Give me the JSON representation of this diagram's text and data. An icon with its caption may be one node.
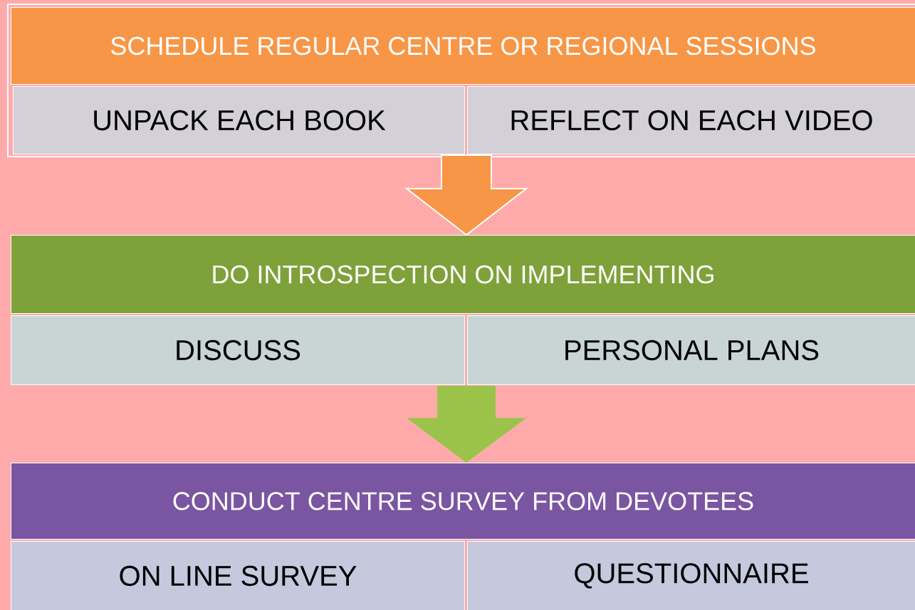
{
  "diagram": {
    "nodes": [
      {
        "text": [
          "SCHEDULE REGULAR CENTRE OR REGIONAL SESSIONS"
        ]
      },
      {
        "text": [
          "UNPACK EACH BOOK"
        ]
      },
      {
        "text": [
          "REFLECT ON EACH VIDEO"
        ]
      },
      {
        "text": [
          "DO INTROSPECTION ON IMPLEMENTING"
        ]
      },
      {
        "text": [
          "DISCUSS"
        ]
      },
      {
        "text": [
          "PERSONAL PLANS"
        ]
      },
      {
        "text": [
          "CONDUCT CENTRE SURVEY FROM DEVOTEES"
        ]
      },
      {
        "text": [
          "ON LINE SURVEY"
        ]
      },
      {
        "text": [
          "QUESTIONNAIRE"
        ]
      }
    ],
    "edges": [
      {
        "from": 1,
        "to": 3,
        "arrow": "to",
        "color": "#f79646"
      },
      {
        "from": 2,
        "to": 3,
        "arrow": "to",
        "color": "#f79646"
      },
      {
        "from": 4,
        "to": 6,
        "arrow": "to",
        "color": "#9bc34a"
      },
      {
        "from": 5,
        "to": 6,
        "arrow": "to",
        "color": "#9bc34a"
      }
    ]
  }
}
